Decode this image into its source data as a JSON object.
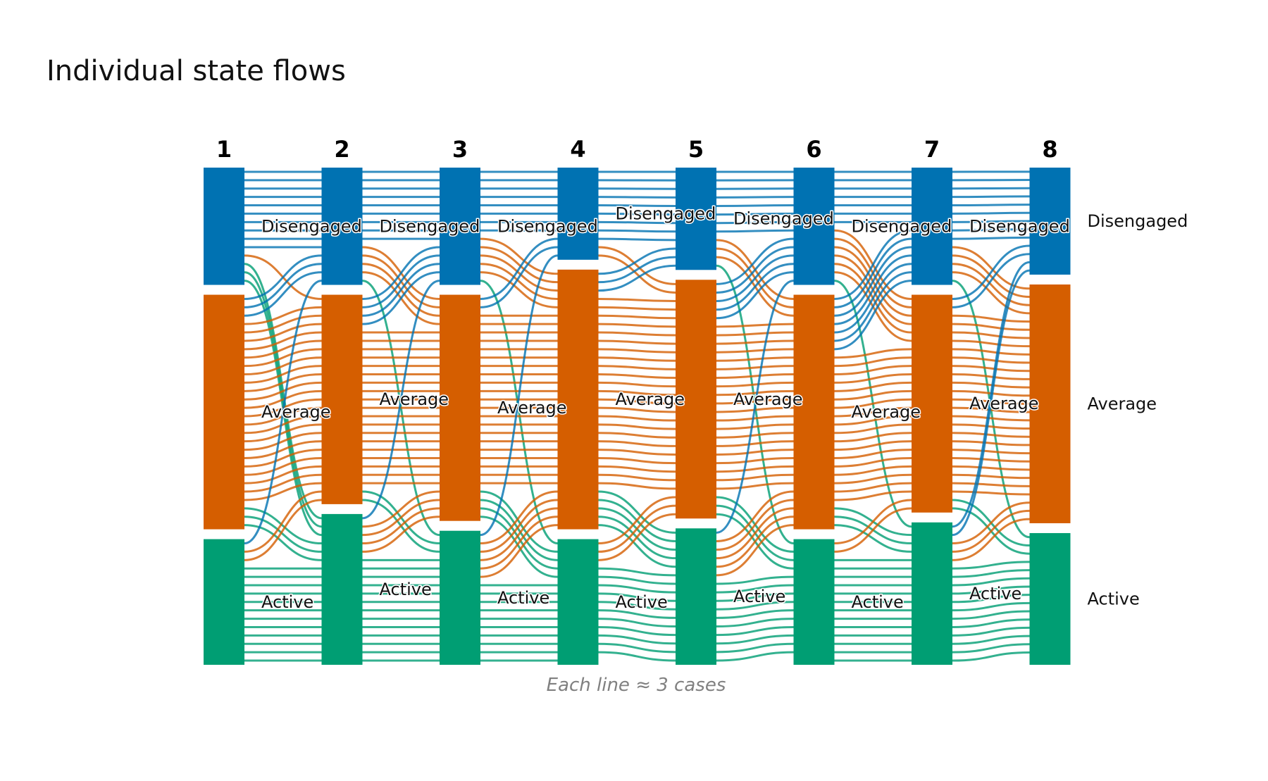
{
  "chart_data": {
    "type": "alluvial",
    "title": "Individual state flows",
    "caption": "Each line ≈ 3 cases",
    "time_points": [
      "1",
      "2",
      "3",
      "4",
      "5",
      "6",
      "7",
      "8"
    ],
    "states": [
      "Disengaged",
      "Average",
      "Active"
    ],
    "colors": {
      "Disengaged": "#0072B2",
      "Average": "#D55E00",
      "Active": "#009E73"
    },
    "counts": {
      "Disengaged": [
        14,
        14,
        14,
        11,
        12,
        14,
        14,
        13
      ],
      "Average": [
        28,
        25,
        27,
        31,
        28,
        28,
        26,
        29
      ],
      "Active": [
        15,
        18,
        16,
        15,
        16,
        15,
        17,
        16
      ]
    },
    "transitions": [
      {
        "from_time": "1",
        "to_time": "2",
        "flows": [
          [
            10,
            1,
            3
          ],
          [
            3,
            22,
            3
          ],
          [
            1,
            2,
            12
          ]
        ]
      },
      {
        "from_time": "2",
        "to_time": "3",
        "flows": [
          [
            9,
            4,
            1
          ],
          [
            4,
            19,
            2
          ],
          [
            1,
            4,
            13
          ]
        ]
      },
      {
        "from_time": "3",
        "to_time": "4",
        "flows": [
          [
            8,
            5,
            1
          ],
          [
            2,
            21,
            4
          ],
          [
            1,
            5,
            10
          ]
        ]
      },
      {
        "from_time": "4",
        "to_time": "5",
        "flows": [
          [
            9,
            2,
            0
          ],
          [
            3,
            23,
            5
          ],
          [
            0,
            3,
            11
          ]
        ]
      },
      {
        "from_time": "5",
        "to_time": "6",
        "flows": [
          [
            8,
            3,
            1
          ],
          [
            5,
            20,
            3
          ],
          [
            1,
            5,
            10
          ]
        ]
      },
      {
        "from_time": "6",
        "to_time": "7",
        "flows": [
          [
            7,
            6,
            1
          ],
          [
            7,
            18,
            3
          ],
          [
            0,
            2,
            13
          ]
        ]
      },
      {
        "from_time": "7",
        "to_time": "8",
        "flows": [
          [
            9,
            4,
            1
          ],
          [
            2,
            22,
            2
          ],
          [
            2,
            3,
            12
          ]
        ]
      }
    ],
    "legend": "right"
  }
}
